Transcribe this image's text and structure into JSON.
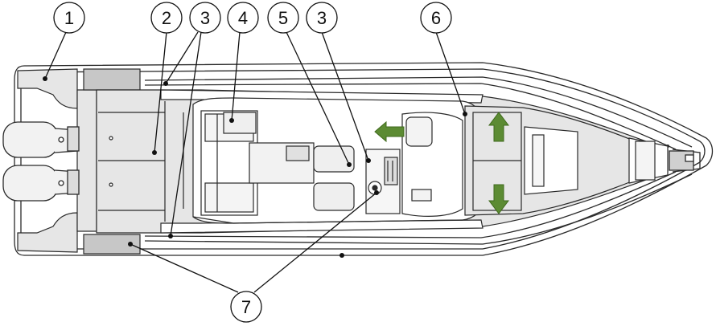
{
  "diagram": {
    "callouts": [
      {
        "id": "c1",
        "label": "1"
      },
      {
        "id": "c2",
        "label": "2"
      },
      {
        "id": "c3a",
        "label": "3"
      },
      {
        "id": "c4",
        "label": "4"
      },
      {
        "id": "c5",
        "label": "5"
      },
      {
        "id": "c3b",
        "label": "3"
      },
      {
        "id": "c6",
        "label": "6"
      },
      {
        "id": "c7",
        "label": "7"
      }
    ],
    "colors": {
      "outline": "#2a2a2a",
      "deck_fill": "#e6e6e6",
      "pad_fill": "#c7c7c7",
      "arrow_green": "#5c8b33",
      "arrow_green_dark": "#3f6a1c",
      "motor": "#f2f2f2"
    },
    "icons": [
      "outboard-motor-icon",
      "green-arrow-left-icon",
      "green-arrow-up-icon",
      "green-arrow-down-icon",
      "steering-wheel-icon"
    ]
  }
}
